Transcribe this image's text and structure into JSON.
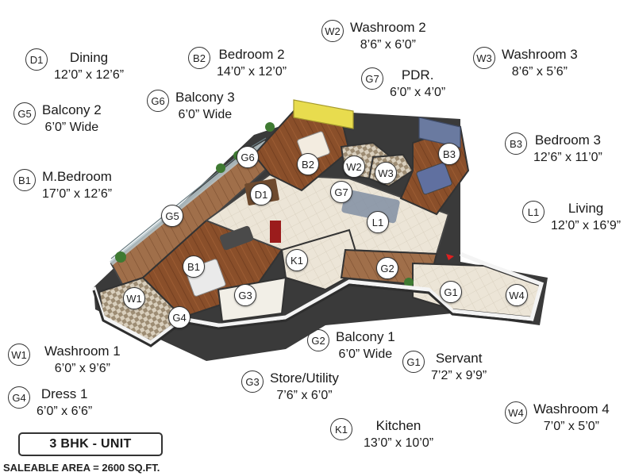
{
  "unit_type": "3 BHK - UNIT",
  "saleable_area": "SALEABLE AREA = 2600 SQ.FT.",
  "rooms": {
    "D1": {
      "code": "D1",
      "name": "Dining",
      "dim": "12’0” x 12’6”"
    },
    "B2": {
      "code": "B2",
      "name": "Bedroom 2",
      "dim": "14’0” x 12’0”"
    },
    "W2": {
      "code": "W2",
      "name": "Washroom 2",
      "dim": "8’6” x 6’0”"
    },
    "W3": {
      "code": "W3",
      "name": "Washroom 3",
      "dim": "8’6” x 5’6”"
    },
    "G7": {
      "code": "G7",
      "name": "PDR.",
      "dim": "6’0” x 4’0”"
    },
    "G5": {
      "code": "G5",
      "name": "Balcony 2",
      "dim": "6’0” Wide"
    },
    "G6": {
      "code": "G6",
      "name": "Balcony 3",
      "dim": "6’0” Wide"
    },
    "B3": {
      "code": "B3",
      "name": "Bedroom 3",
      "dim": "12’6” x 11’0”"
    },
    "B1": {
      "code": "B1",
      "name": "M.Bedroom",
      "dim": "17’0” x 12’6”"
    },
    "L1": {
      "code": "L1",
      "name": "Living",
      "dim": "12’0” x 16’9”"
    },
    "G2": {
      "code": "G2",
      "name": "Balcony 1",
      "dim": "6’0” Wide"
    },
    "W1": {
      "code": "W1",
      "name": "Washroom 1",
      "dim": "6’0” x 9’6”"
    },
    "G1": {
      "code": "G1",
      "name": "Servant",
      "dim": "7’2” x 9’9”"
    },
    "G3": {
      "code": "G3",
      "name": "Store/Utility",
      "dim": "7’6” x 6’0”"
    },
    "G4": {
      "code": "G4",
      "name": "Dress 1",
      "dim": "6’0” x 6’6”"
    },
    "W4": {
      "code": "W4",
      "name": "Washroom 4",
      "dim": "7’0” x 5’0”"
    },
    "K1": {
      "code": "K1",
      "name": "Kitchen",
      "dim": "13’0” x 10’0”"
    }
  },
  "colors": {
    "wall_top": "#f4f4f4",
    "wall_side": "#3a3a3a",
    "wood_floor": "#8a4f2a",
    "tile_floor": "#e9e2d4",
    "accent_wall_yellow": "#e8dc4e",
    "accent_wall_blue": "#6a7aa0",
    "glass_rail": "#b9c8cc",
    "entry_marker": "#e02020"
  }
}
